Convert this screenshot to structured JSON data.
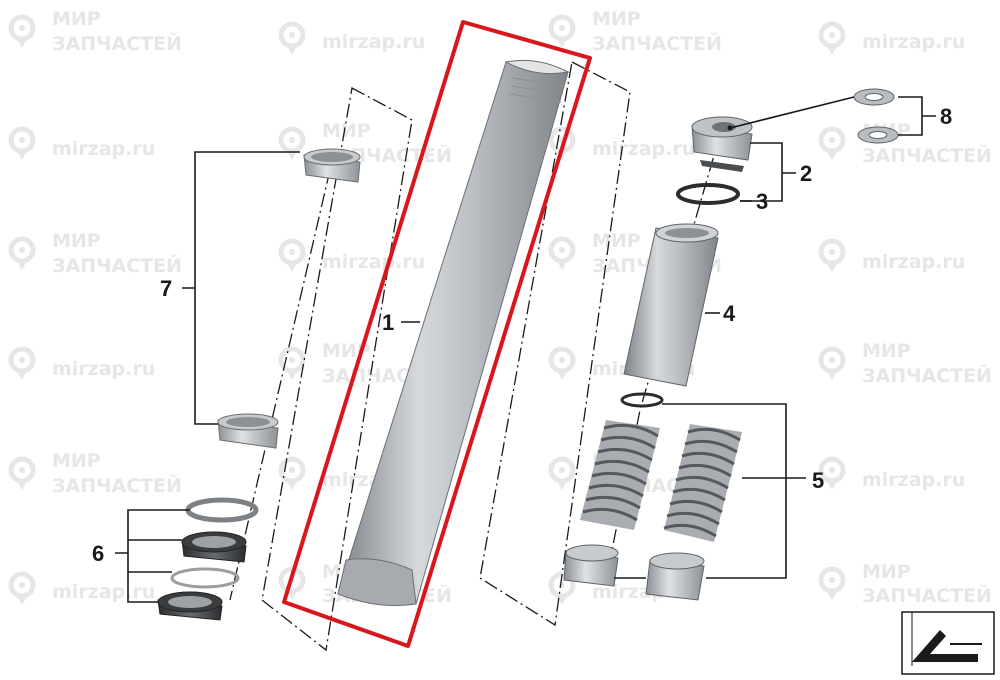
{
  "watermark": {
    "brand_line1": "МИР",
    "brand_line2": "ЗАПЧАСТЕЙ",
    "url": "mirzap.ru"
  },
  "callouts": {
    "c1": "1",
    "c2": "2",
    "c3": "3",
    "c4": "4",
    "c5": "5",
    "c6": "6",
    "c7": "7",
    "c8": "8"
  },
  "highlight_color": "#d9161c",
  "icons": {
    "navigation": "back-arrow-icon"
  }
}
